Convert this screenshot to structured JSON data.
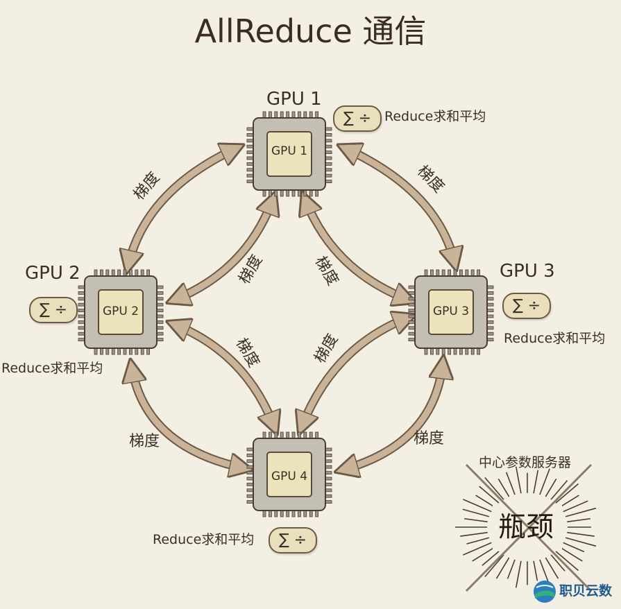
{
  "title": "AllReduce 通信",
  "gpus": [
    {
      "name": "GPU 1",
      "chip": "GPU 1",
      "reduce": "Reduce求和平均"
    },
    {
      "name": "GPU 2",
      "chip": "GPU 2",
      "reduce": "Reduce求和平均"
    },
    {
      "name": "GPU 3",
      "chip": "GPU 3",
      "reduce": "Reduce求和平均"
    },
    {
      "name": "GPU 4",
      "chip": "GPU 4",
      "reduce": "Reduce求和平均"
    }
  ],
  "op_symbol": "∑ ÷",
  "gradient_label": "梯度",
  "bottleneck": {
    "server": "中心参数服务器",
    "word": "瓶颈"
  },
  "brand": "职贝云数",
  "colors": {
    "background": "#f4efe3",
    "arrow": "#c9b49a",
    "chip_body": "#c4bfb3",
    "chip_core": "#ece3bd",
    "pill": "#e9dfbd",
    "brand": "#1f5a8c"
  }
}
